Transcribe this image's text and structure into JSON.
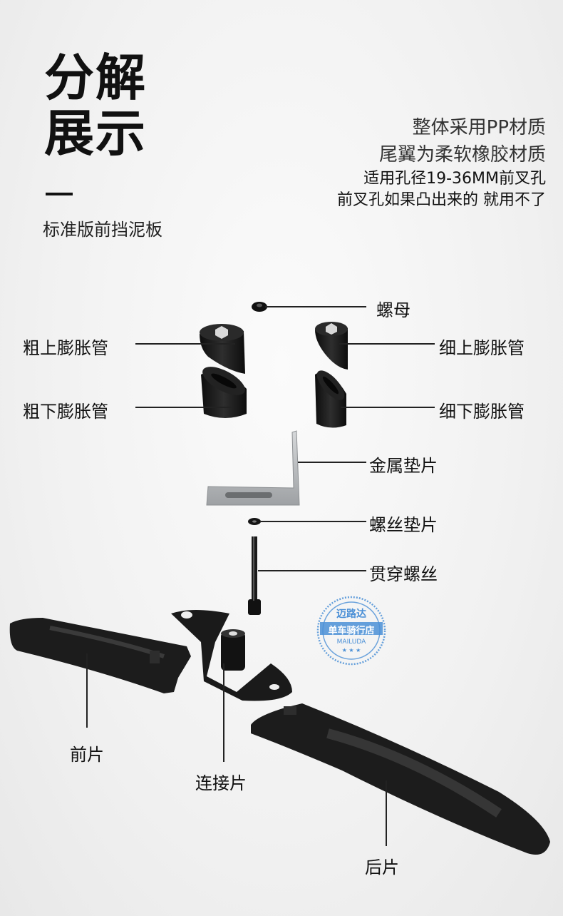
{
  "title": {
    "line1": "分解",
    "line2": "展示"
  },
  "subtitle": "标准版前挡泥板",
  "description": {
    "line1": "整体采用PP材质",
    "line2": "尾翼为柔软橡胶材质",
    "line3": "适用孔径19-36MM前叉孔",
    "line4": "前叉孔如果凸出来的 就用不了"
  },
  "labels": {
    "nut": "螺母",
    "thick_upper": "粗上膨胀管",
    "thin_upper": "细上膨胀管",
    "thick_lower": "粗下膨胀管",
    "thin_lower": "细下膨胀管",
    "metal_shim": "金属垫片",
    "screw_washer": "螺丝垫片",
    "through_bolt": "贯穿螺丝",
    "front_piece": "前片",
    "connector": "连接片",
    "rear_piece": "后片"
  },
  "badge": {
    "line1": "迈路达",
    "line2": "单车骑行店",
    "line3": "MAILUDA",
    "stars": "★ ★ ★",
    "color": "#4a8fd6"
  },
  "colors": {
    "part": "#1b1b1b",
    "metal": "#b9bcbf"
  }
}
